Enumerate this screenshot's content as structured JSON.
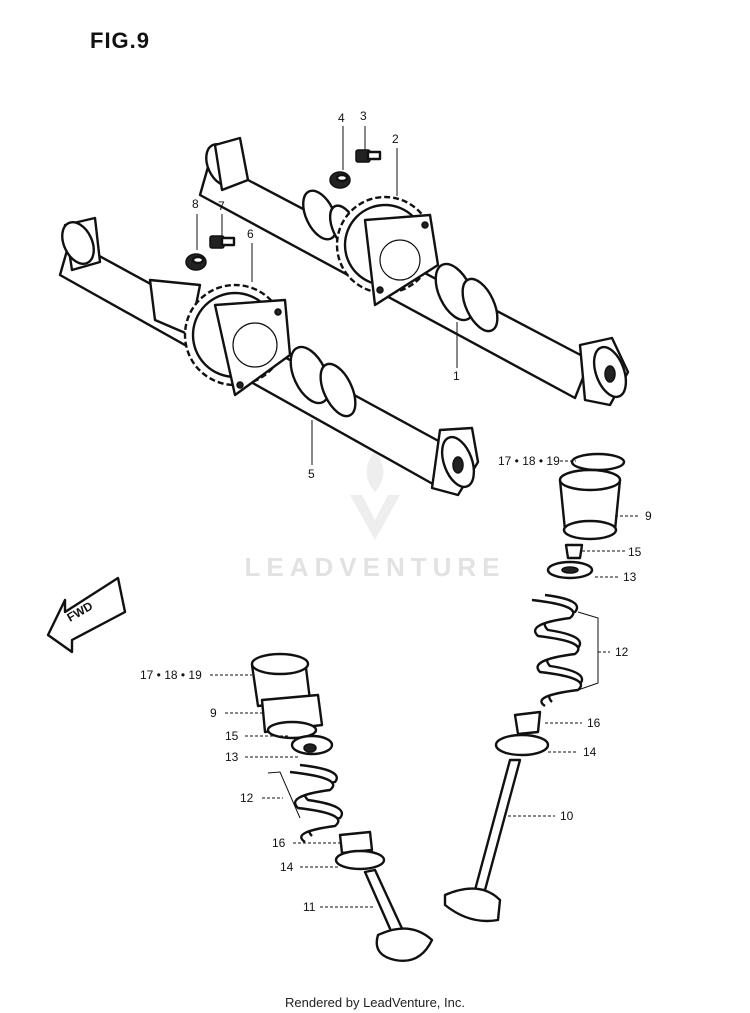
{
  "figure": {
    "title": "FIG.9",
    "footer": "Rendered by LeadVenture, Inc.",
    "watermark": "LEADVENTURE",
    "fwd_label": "FWD"
  },
  "callouts": [
    {
      "id": "c1",
      "text": "1"
    },
    {
      "id": "c2",
      "text": "2"
    },
    {
      "id": "c3",
      "text": "3"
    },
    {
      "id": "c4",
      "text": "4"
    },
    {
      "id": "c5",
      "text": "5"
    },
    {
      "id": "c6",
      "text": "6"
    },
    {
      "id": "c7",
      "text": "7"
    },
    {
      "id": "c8",
      "text": "8"
    },
    {
      "id": "c9a",
      "text": "9"
    },
    {
      "id": "c9b",
      "text": "9"
    },
    {
      "id": "c10",
      "text": "10"
    },
    {
      "id": "c11",
      "text": "11"
    },
    {
      "id": "c12a",
      "text": "12"
    },
    {
      "id": "c12b",
      "text": "12"
    },
    {
      "id": "c13a",
      "text": "13"
    },
    {
      "id": "c13b",
      "text": "13"
    },
    {
      "id": "c14a",
      "text": "14"
    },
    {
      "id": "c14b",
      "text": "14"
    },
    {
      "id": "c15a",
      "text": "15"
    },
    {
      "id": "c15b",
      "text": "15"
    },
    {
      "id": "c16a",
      "text": "16"
    },
    {
      "id": "c16b",
      "text": "16"
    },
    {
      "id": "c17a",
      "text": "17 • 18 • 19"
    },
    {
      "id": "c17b",
      "text": "17 • 18 • 19"
    }
  ]
}
